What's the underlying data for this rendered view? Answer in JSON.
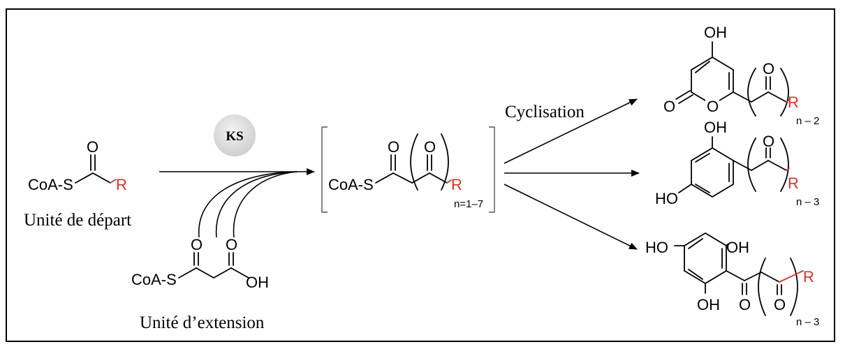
{
  "enzyme": {
    "label": "KS"
  },
  "starter": {
    "group": "CoA-S",
    "o_atom": "O",
    "r_group": "R",
    "caption": "Unité de départ"
  },
  "extender": {
    "group": "CoA-S",
    "o1": "O",
    "o2": "O",
    "oh": "OH",
    "caption": "Unité d’extension"
  },
  "intermediate": {
    "group": "CoA-S",
    "o1": "O",
    "o2": "O",
    "r_group": "R",
    "subscript": "n=1–7"
  },
  "step": {
    "label": "Cyclisation"
  },
  "products": [
    {
      "oh": "OH",
      "o_ring": "O",
      "o_carbonyl": "O",
      "o_chain": "O",
      "r_group": "R",
      "subscript": "n – 2"
    },
    {
      "oh_top": "OH",
      "ho_left": "HO",
      "o_chain": "O",
      "r_group": "R",
      "subscript": "n – 3"
    },
    {
      "ho_left": "HO",
      "oh_right": "OH",
      "oh_bottom": "OH",
      "o_ketone": "O",
      "o_chain": "O",
      "r_group": "R",
      "subscript": "n – 3"
    }
  ],
  "colors": {
    "r_group": "#d9332b",
    "enzyme_circle": "#d8d8d8"
  }
}
